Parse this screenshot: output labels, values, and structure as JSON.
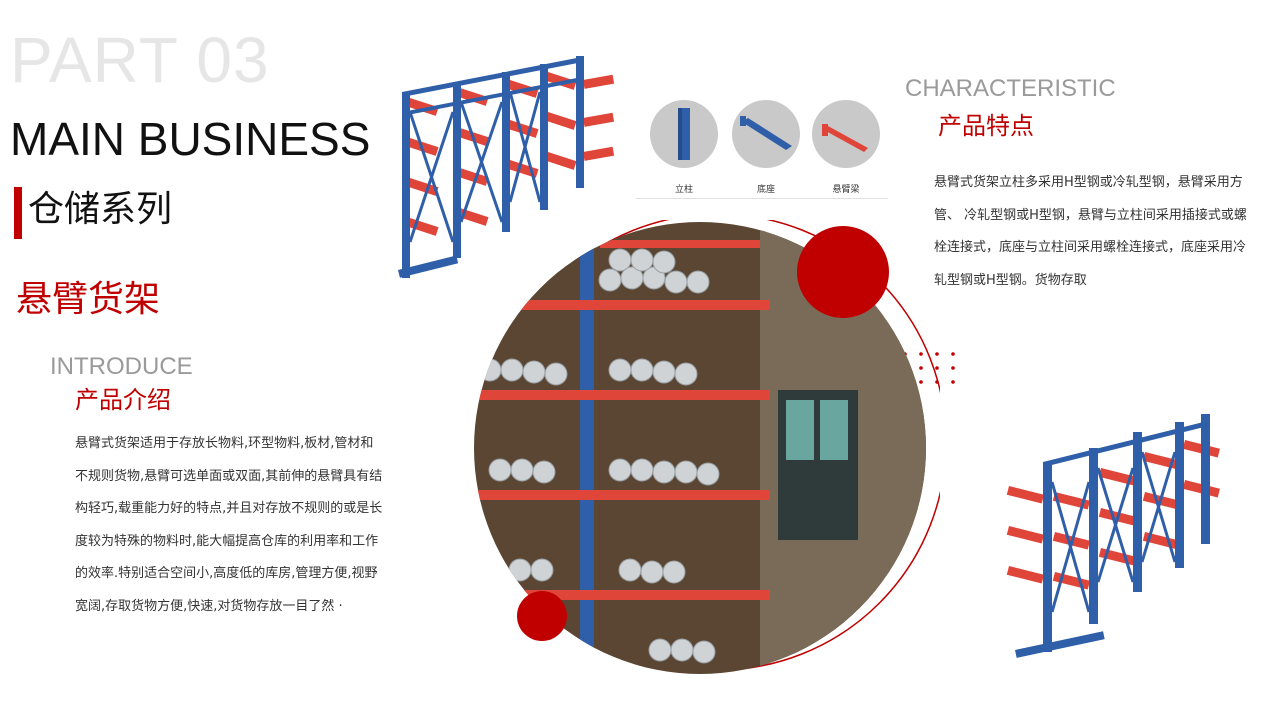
{
  "part_label": "PART 03",
  "main_title": "MAIN BUSINESS",
  "category": "仓储系列",
  "product_name": "悬臂货架",
  "introduce": {
    "heading_en": "INTRODUCE",
    "heading_cn": "产品介绍",
    "body": "悬臂式货架适用于存放长物料,环型物料,板材,管材和不规则货物,悬臂可选单面或双面,其前伸的悬臂具有结构轻巧,载重能力好的特点,并且对存放不规则的或是长度较为特殊的物料时,能大幅提高仓库的利用率和工作的效率.特别适合空间小,高度低的库房,管理方便,视野宽阔,存取货物方便,快速,对货物存放一目了然 ·"
  },
  "characteristic": {
    "heading_en": "CHARACTERISTIC",
    "heading_cn": "产品特点",
    "body": "悬臂式货架立柱多采用H型钢或冷轧型钢，悬臂采用方管、 冷轧型钢或H型钢，悬臂与立柱间采用插接式或螺栓连接式，底座与立柱间采用螺栓连接式，底座采用冷轧型钢或H型钢。货物存取"
  },
  "components": [
    {
      "label": "立柱",
      "icon": "column-icon"
    },
    {
      "label": "底座",
      "icon": "base-icon"
    },
    {
      "label": "悬臂梁",
      "icon": "arm-icon"
    }
  ],
  "colors": {
    "accent": "#c00000",
    "rack_blue": "#2f5fa8",
    "arm_red": "#e0453a",
    "light_gray": "#e6e6e6"
  }
}
